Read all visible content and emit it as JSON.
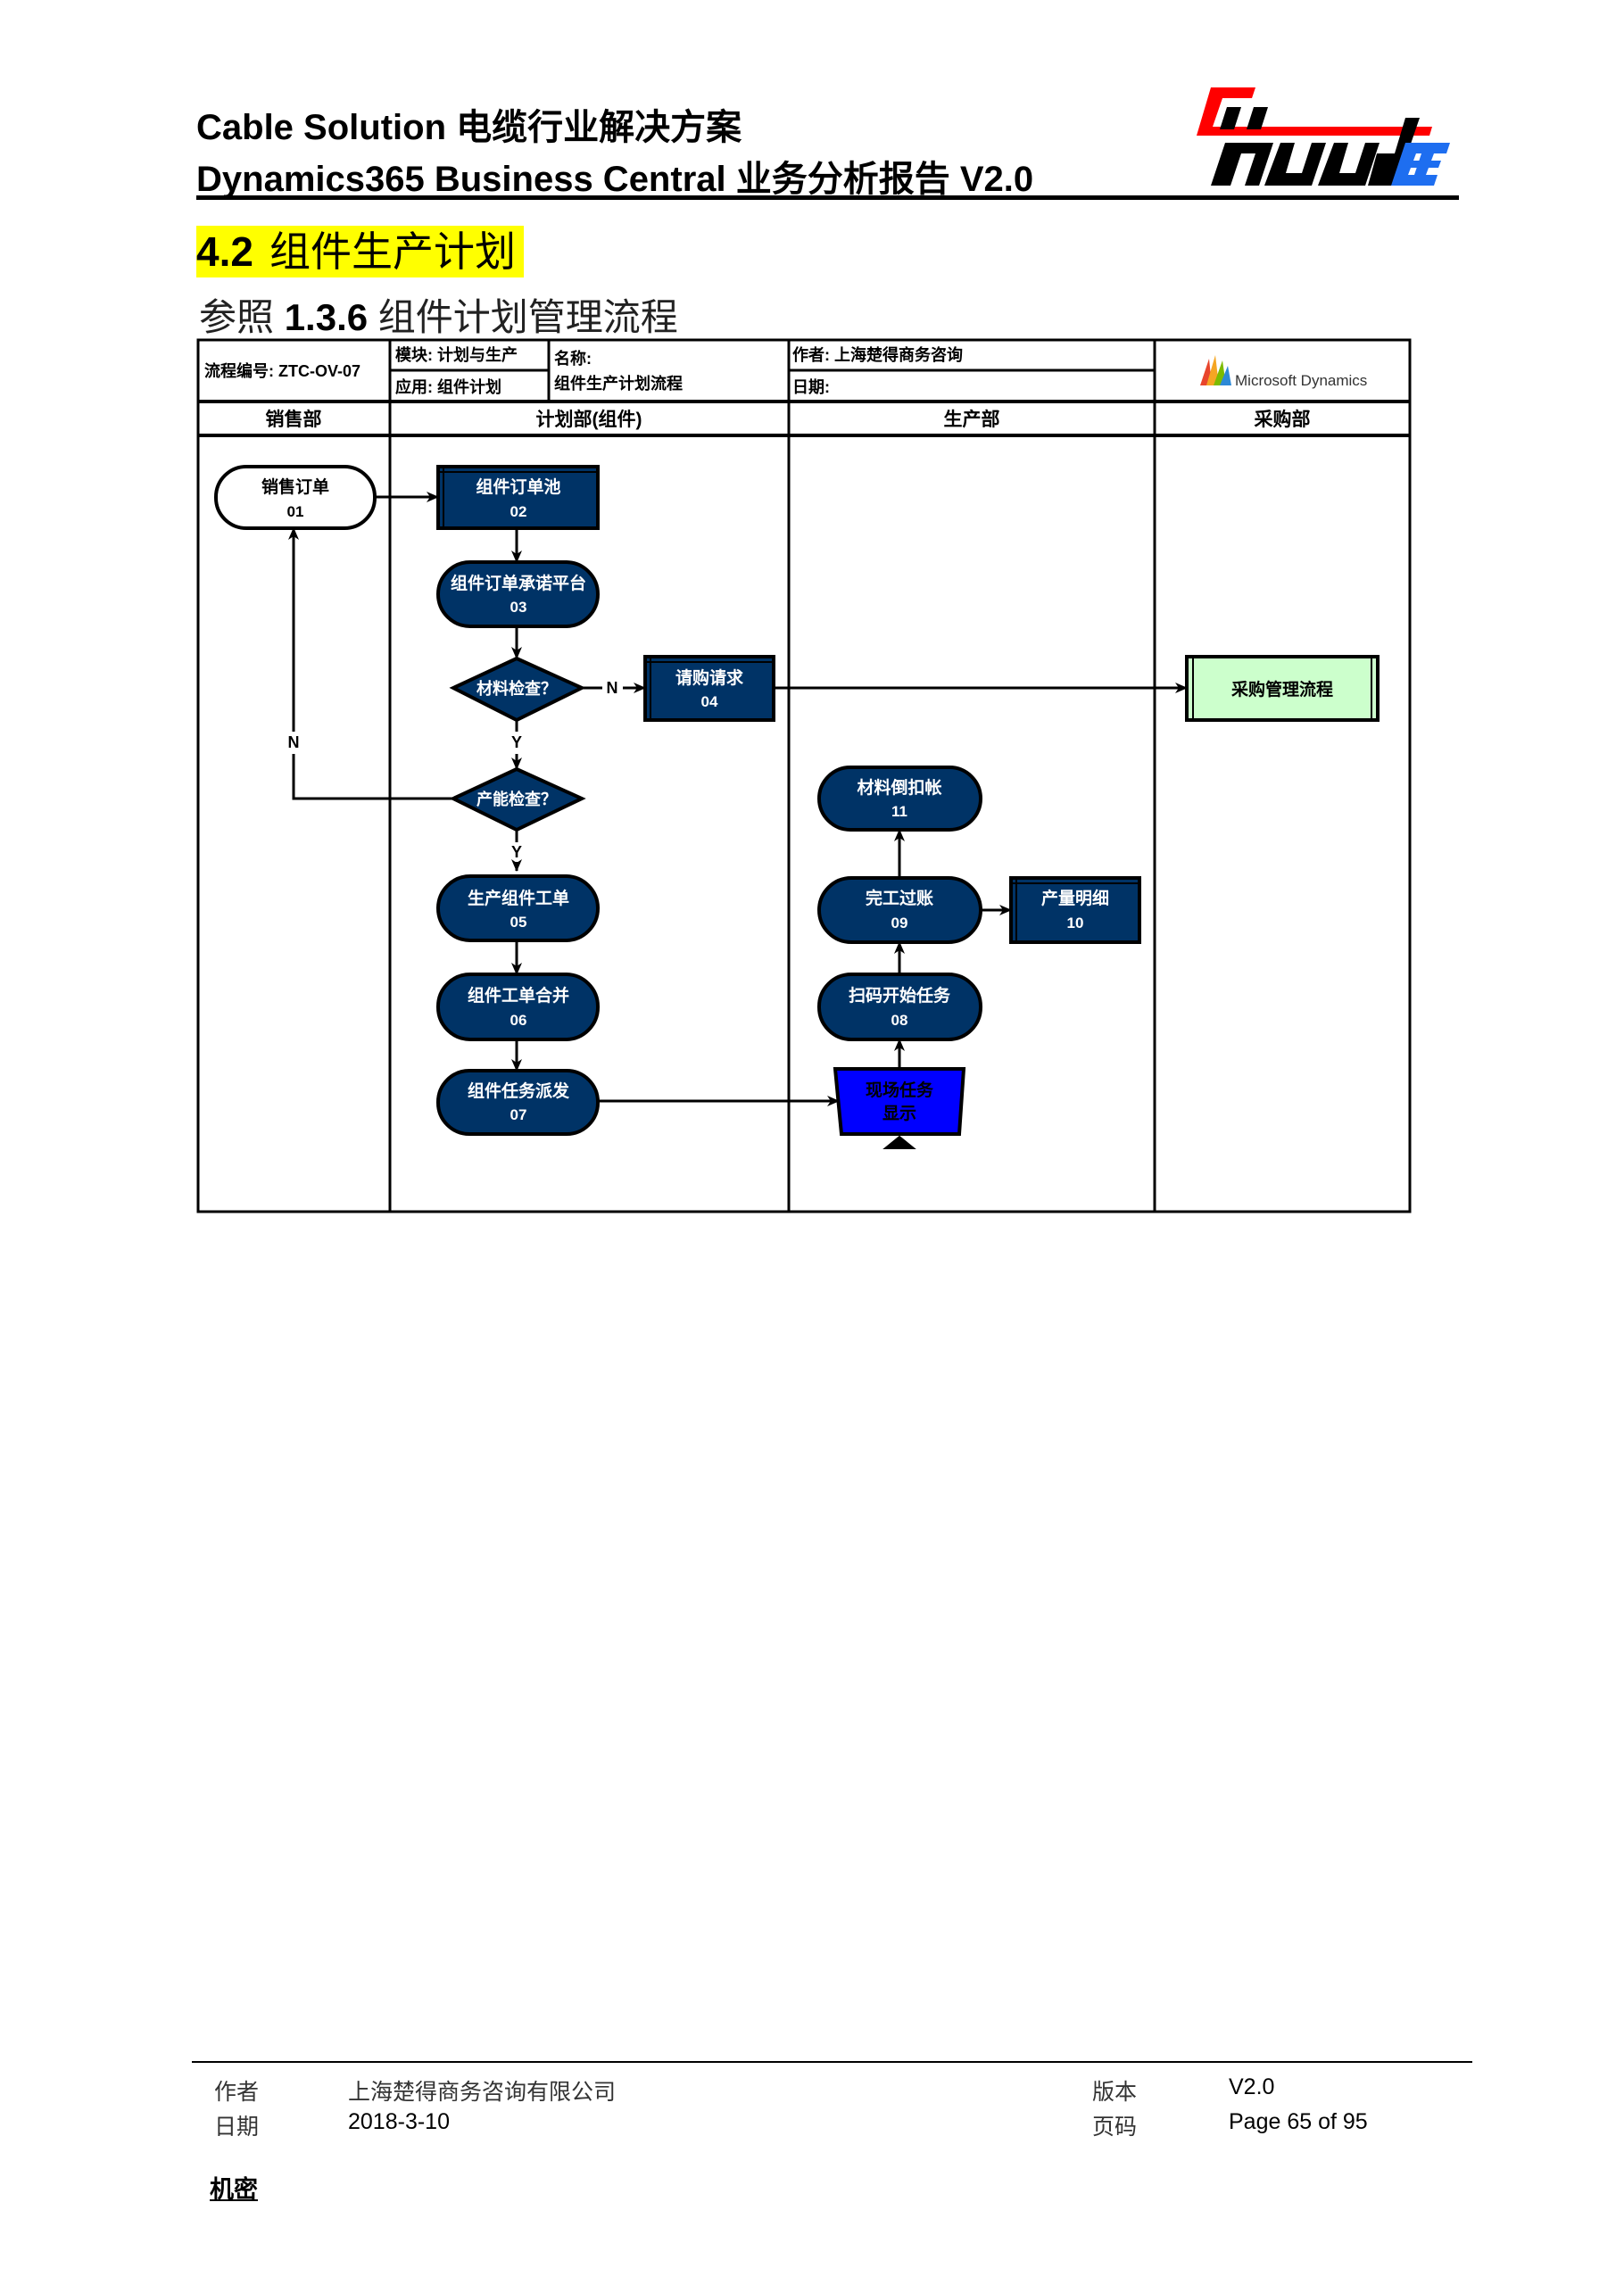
{
  "header": {
    "line1": "Cable Solution 电缆行业解决方案",
    "line2": "Dynamics365 Business Central 业务分析报告 V2.0",
    "logo_text": "ChudEE",
    "colors": {
      "logo_red": "#ff0000",
      "logo_black": "#000000",
      "logo_blue": "#1e6ef0"
    }
  },
  "section": {
    "number": "4.2",
    "title": "组件生产计划",
    "highlight": "#ffff00"
  },
  "subheading": {
    "prefix": "参照",
    "ref": "1.3.6",
    "title": "组件计划管理流程"
  },
  "flow_table": {
    "process_no": "流程编号: ZTC-OV-07",
    "module": "模块: 计划与生产",
    "application": "应用: 组件计划",
    "name_label": "名称:",
    "name_value": "组件生产计划流程",
    "author": "作者: 上海楚得商务咨询",
    "date": "日期:",
    "ms_logo": "Microsoft Dynamics",
    "lanes": [
      "销售部",
      "计划部(组件)",
      "生产部",
      "采购部"
    ]
  },
  "nodes": {
    "n01": {
      "label": "销售订单",
      "id": "01"
    },
    "n02": {
      "label": "组件订单池",
      "id": "02"
    },
    "n03": {
      "label": "组件订单承诺平台",
      "id": "03"
    },
    "d1": {
      "label": "材料检查？"
    },
    "n04": {
      "label": "请购请求",
      "id": "04"
    },
    "purchase": {
      "label": "采购管理流程"
    },
    "d2": {
      "label": "产能检查？"
    },
    "n05": {
      "label": "生产组件工单",
      "id": "05"
    },
    "n06": {
      "label": "组件工单合并",
      "id": "06"
    },
    "n07": {
      "label": "组件任务派发",
      "id": "07"
    },
    "display": {
      "line1": "现场任务",
      "line2": "显示"
    },
    "n08": {
      "label": "扫码开始任务",
      "id": "08"
    },
    "n09": {
      "label": "完工过账",
      "id": "09"
    },
    "n10": {
      "label": "产量明细",
      "id": "10"
    },
    "n11": {
      "label": "材料倒扣帐",
      "id": "11"
    }
  },
  "edge_labels": {
    "no": "N",
    "yes": "Y"
  },
  "colors": {
    "node_fill": "#003366",
    "purchase_fill": "#ccffcc",
    "display_fill": "#0000ff"
  },
  "footer": {
    "author_label": "作者",
    "author_value": "上海楚得商务咨询有限公司",
    "date_label": "日期",
    "date_value": "2018-3-10",
    "version_label": "版本",
    "version_value": "V2.0",
    "page_label": "页码",
    "page_value": "Page 65 of 95",
    "confidential": "机密"
  }
}
